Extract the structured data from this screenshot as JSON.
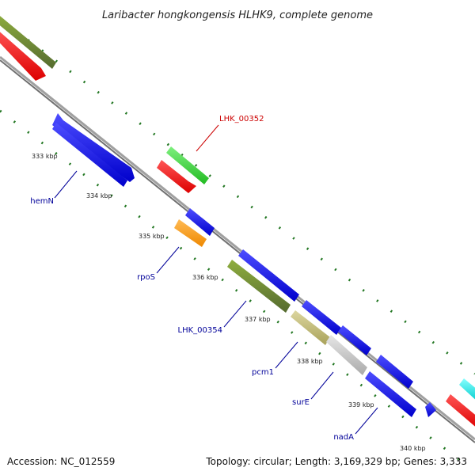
{
  "header": {
    "title": "Laribacter hongkongensis HLHK9, complete genome"
  },
  "footer": {
    "accession": "Accession: NC_012559",
    "summary": "Topology: circular; Length: 3,169,329 bp; Genes: 3,333"
  },
  "kbp_labels": [
    "333 kbp",
    "334 kbp",
    "335 kbp",
    "336 kbp",
    "337 kbp",
    "338 kbp",
    "339 kbp",
    "340 kbp"
  ],
  "gene_labels": [
    {
      "name": "LHK_00352",
      "color": "#cc0000"
    },
    {
      "name": "hemN",
      "color": "#000099"
    },
    {
      "name": "rpoS",
      "color": "#000099"
    },
    {
      "name": "LHK_00354",
      "color": "#000099"
    },
    {
      "name": "pcm1",
      "color": "#000099"
    },
    {
      "name": "surE",
      "color": "#000099"
    },
    {
      "name": "nadA",
      "color": "#000099"
    }
  ],
  "colors": {
    "backbone": "#8c8c8c",
    "tick": "#227722",
    "blue": "#0000ee",
    "red": "#ff0000",
    "olive": "#6b8e23",
    "green": "#44dd44",
    "orange": "#ff9900",
    "khaki": "#bdb76b",
    "gray": "#cccccc",
    "cyan": "#00eeee"
  }
}
